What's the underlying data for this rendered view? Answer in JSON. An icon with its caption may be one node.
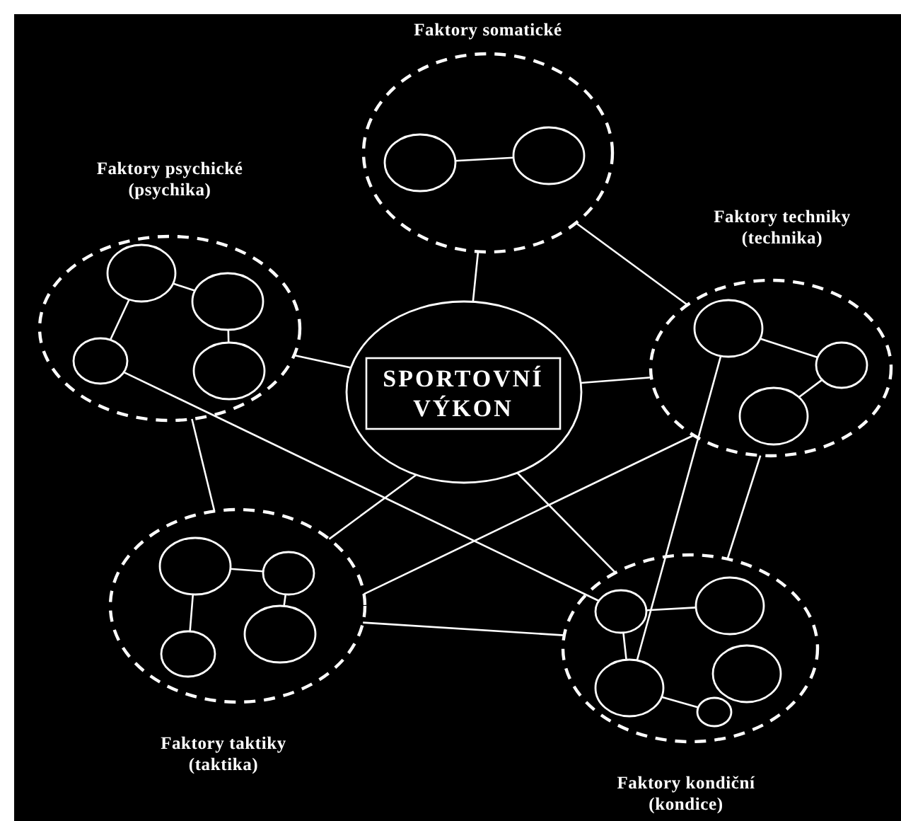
{
  "diagram": {
    "nodes": [
      {
        "text": [
          "Faktory somatické"
        ]
      },
      {
        "text": [],
        "shape": "circle",
        "in": 0
      },
      {
        "text": [],
        "shape": "circle",
        "in": 0
      },
      {
        "text": [
          "Faktory psychické (psychika)"
        ]
      },
      {
        "text": [],
        "shape": "circle",
        "in": 3
      },
      {
        "text": [],
        "shape": "circle",
        "in": 3
      },
      {
        "text": [],
        "shape": "circle",
        "in": 3
      },
      {
        "text": [],
        "shape": "circle",
        "in": 3
      },
      {
        "text": [
          "Faktory techniky (technika)"
        ]
      },
      {
        "text": [],
        "shape": "circle",
        "in": 8
      },
      {
        "text": [],
        "shape": "circle",
        "in": 8
      },
      {
        "text": [],
        "shape": "circle",
        "in": 8
      },
      {
        "text": [
          "SPORTOVNÍ VÝKON"
        ]
      },
      {
        "text": [
          "Faktory taktiky (taktika)"
        ]
      },
      {
        "text": [],
        "shape": "circle",
        "in": 13
      },
      {
        "text": [],
        "shape": "circle",
        "in": 13
      },
      {
        "text": [],
        "shape": "circle",
        "in": 13
      },
      {
        "text": [],
        "shape": "circle",
        "in": 13
      },
      {
        "text": [
          "Faktory kondiční (kondice)"
        ]
      },
      {
        "text": [],
        "shape": "circle",
        "in": 18
      },
      {
        "text": [],
        "shape": "circle",
        "in": 18
      },
      {
        "text": [],
        "shape": "circle",
        "in": 18
      },
      {
        "text": [],
        "shape": "circle",
        "in": 18
      },
      {
        "text": [],
        "shape": "circle",
        "in": 18
      }
    ],
    "edges": [
      {
        "from": 1,
        "to": 2,
        "arrow": "none"
      },
      {
        "from": 4,
        "to": 5,
        "arrow": "none"
      },
      {
        "from": 4,
        "to": 6,
        "arrow": "none"
      },
      {
        "from": 5,
        "to": 7,
        "arrow": "none"
      },
      {
        "from": 9,
        "to": 10,
        "arrow": "none"
      },
      {
        "from": 10,
        "to": 11,
        "arrow": "none"
      },
      {
        "from": 14,
        "to": 15,
        "arrow": "none"
      },
      {
        "from": 14,
        "to": 16,
        "arrow": "none"
      },
      {
        "from": 15,
        "to": 17,
        "arrow": "none"
      },
      {
        "from": 19,
        "to": 20,
        "arrow": "none"
      },
      {
        "from": 19,
        "to": 21,
        "arrow": "none"
      },
      {
        "from": 21,
        "to": 23,
        "arrow": "none"
      },
      {
        "from": 0,
        "to": 12,
        "arrow": "none"
      },
      {
        "from": 0,
        "to": 8,
        "arrow": "none"
      },
      {
        "from": 3,
        "to": 12,
        "arrow": "none"
      },
      {
        "from": 12,
        "to": 8,
        "arrow": "none"
      },
      {
        "from": 3,
        "to": 13,
        "arrow": "none"
      },
      {
        "from": 6,
        "to": 19,
        "arrow": "none"
      },
      {
        "from": 12,
        "to": 13,
        "arrow": "none"
      },
      {
        "from": 12,
        "to": 18,
        "arrow": "none"
      },
      {
        "from": 13,
        "to": 8,
        "arrow": "none"
      },
      {
        "from": 13,
        "to": 18,
        "arrow": "none"
      },
      {
        "from": 9,
        "to": 21,
        "arrow": "none"
      },
      {
        "from": 8,
        "to": 18,
        "arrow": "none"
      }
    ]
  }
}
